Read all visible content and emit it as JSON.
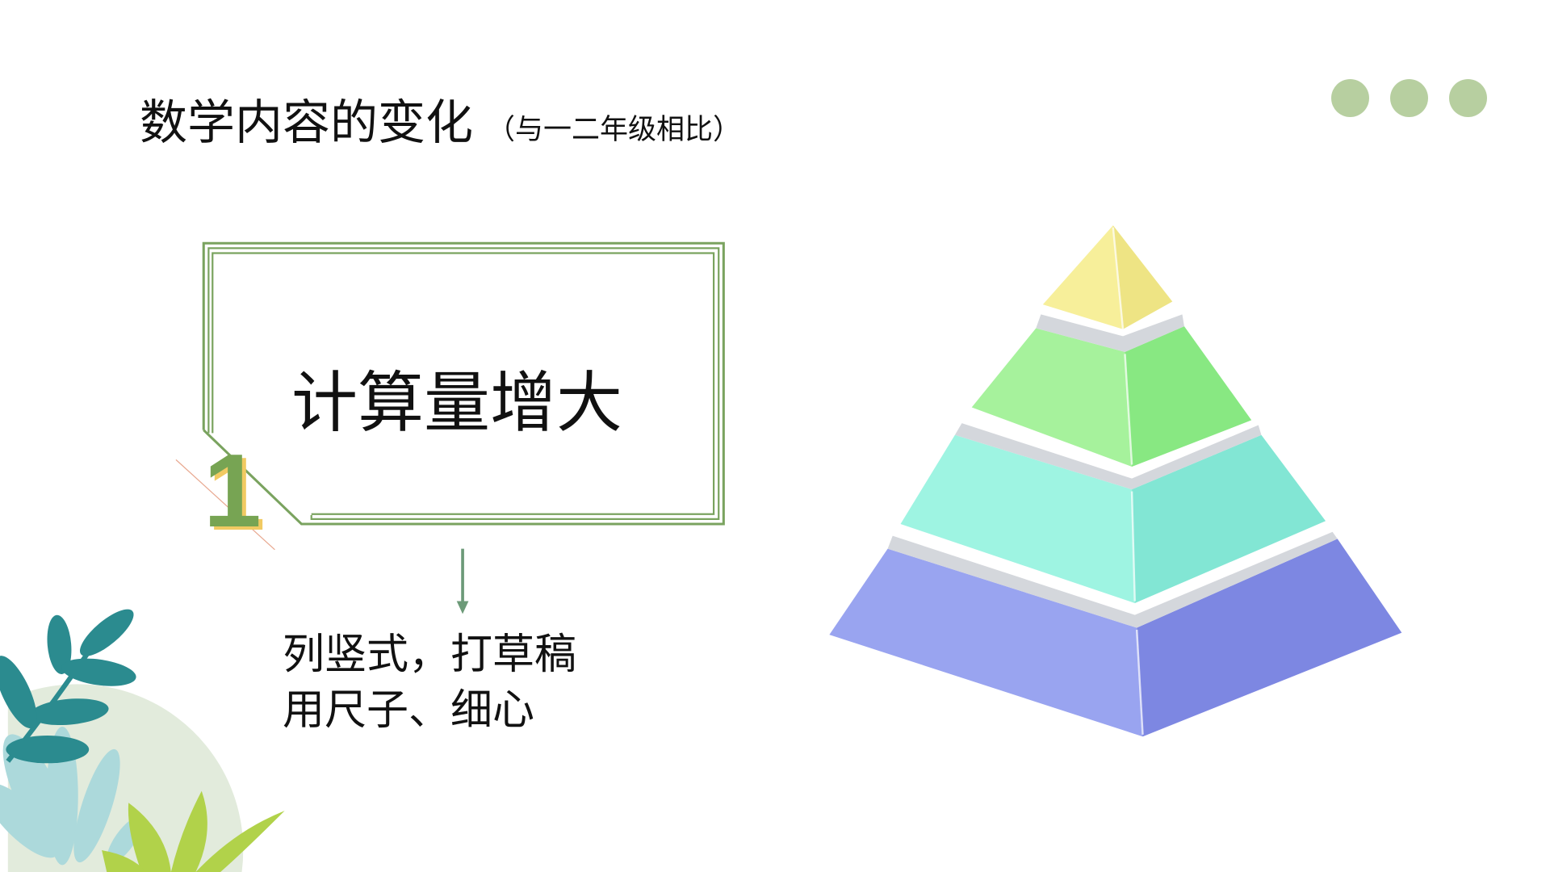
{
  "title": {
    "main": "数学内容的变化",
    "sub": "（与一二年级相比）"
  },
  "decor_dots": {
    "count": 3,
    "color": "#b7cfa0"
  },
  "card": {
    "number": "1",
    "heading": "计算量增大",
    "border_color": "#7aa35f"
  },
  "details": {
    "lines": [
      "列竖式，打草稿",
      "用尺子、细心"
    ]
  },
  "pyramid": {
    "tiers": [
      {
        "name": "top",
        "color_left": "#f7ef9a",
        "color_right": "#eee484"
      },
      {
        "name": "second",
        "color_left": "#a6f29c",
        "color_right": "#88e882"
      },
      {
        "name": "third",
        "color_left": "#9ef4e2",
        "color_right": "#82e6d4"
      },
      {
        "name": "base",
        "color_left": "#99a4f0",
        "color_right": "#7d87e2"
      }
    ]
  }
}
